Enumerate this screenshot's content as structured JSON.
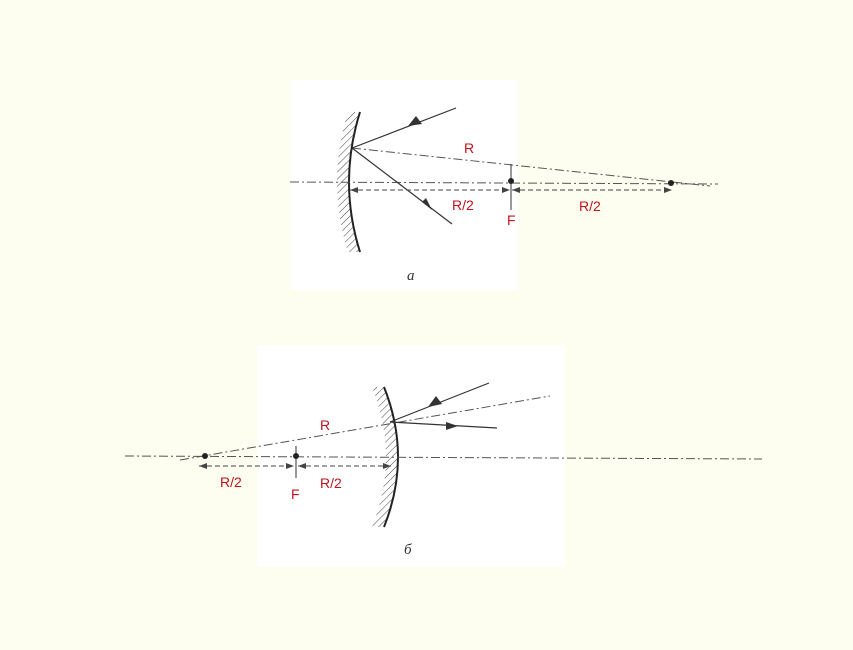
{
  "diagram_a": {
    "label_radius": "R",
    "label_half_left": "R/2",
    "label_half_right": "R/2",
    "label_focus": "F",
    "caption": "а"
  },
  "diagram_b": {
    "label_radius": "R",
    "label_half_left": "R/2",
    "label_half_right": "R/2",
    "label_focus": "F",
    "caption": "б"
  },
  "colors": {
    "label_red": "#c0141c",
    "line": "#333333",
    "background": "#fdfdf0"
  }
}
